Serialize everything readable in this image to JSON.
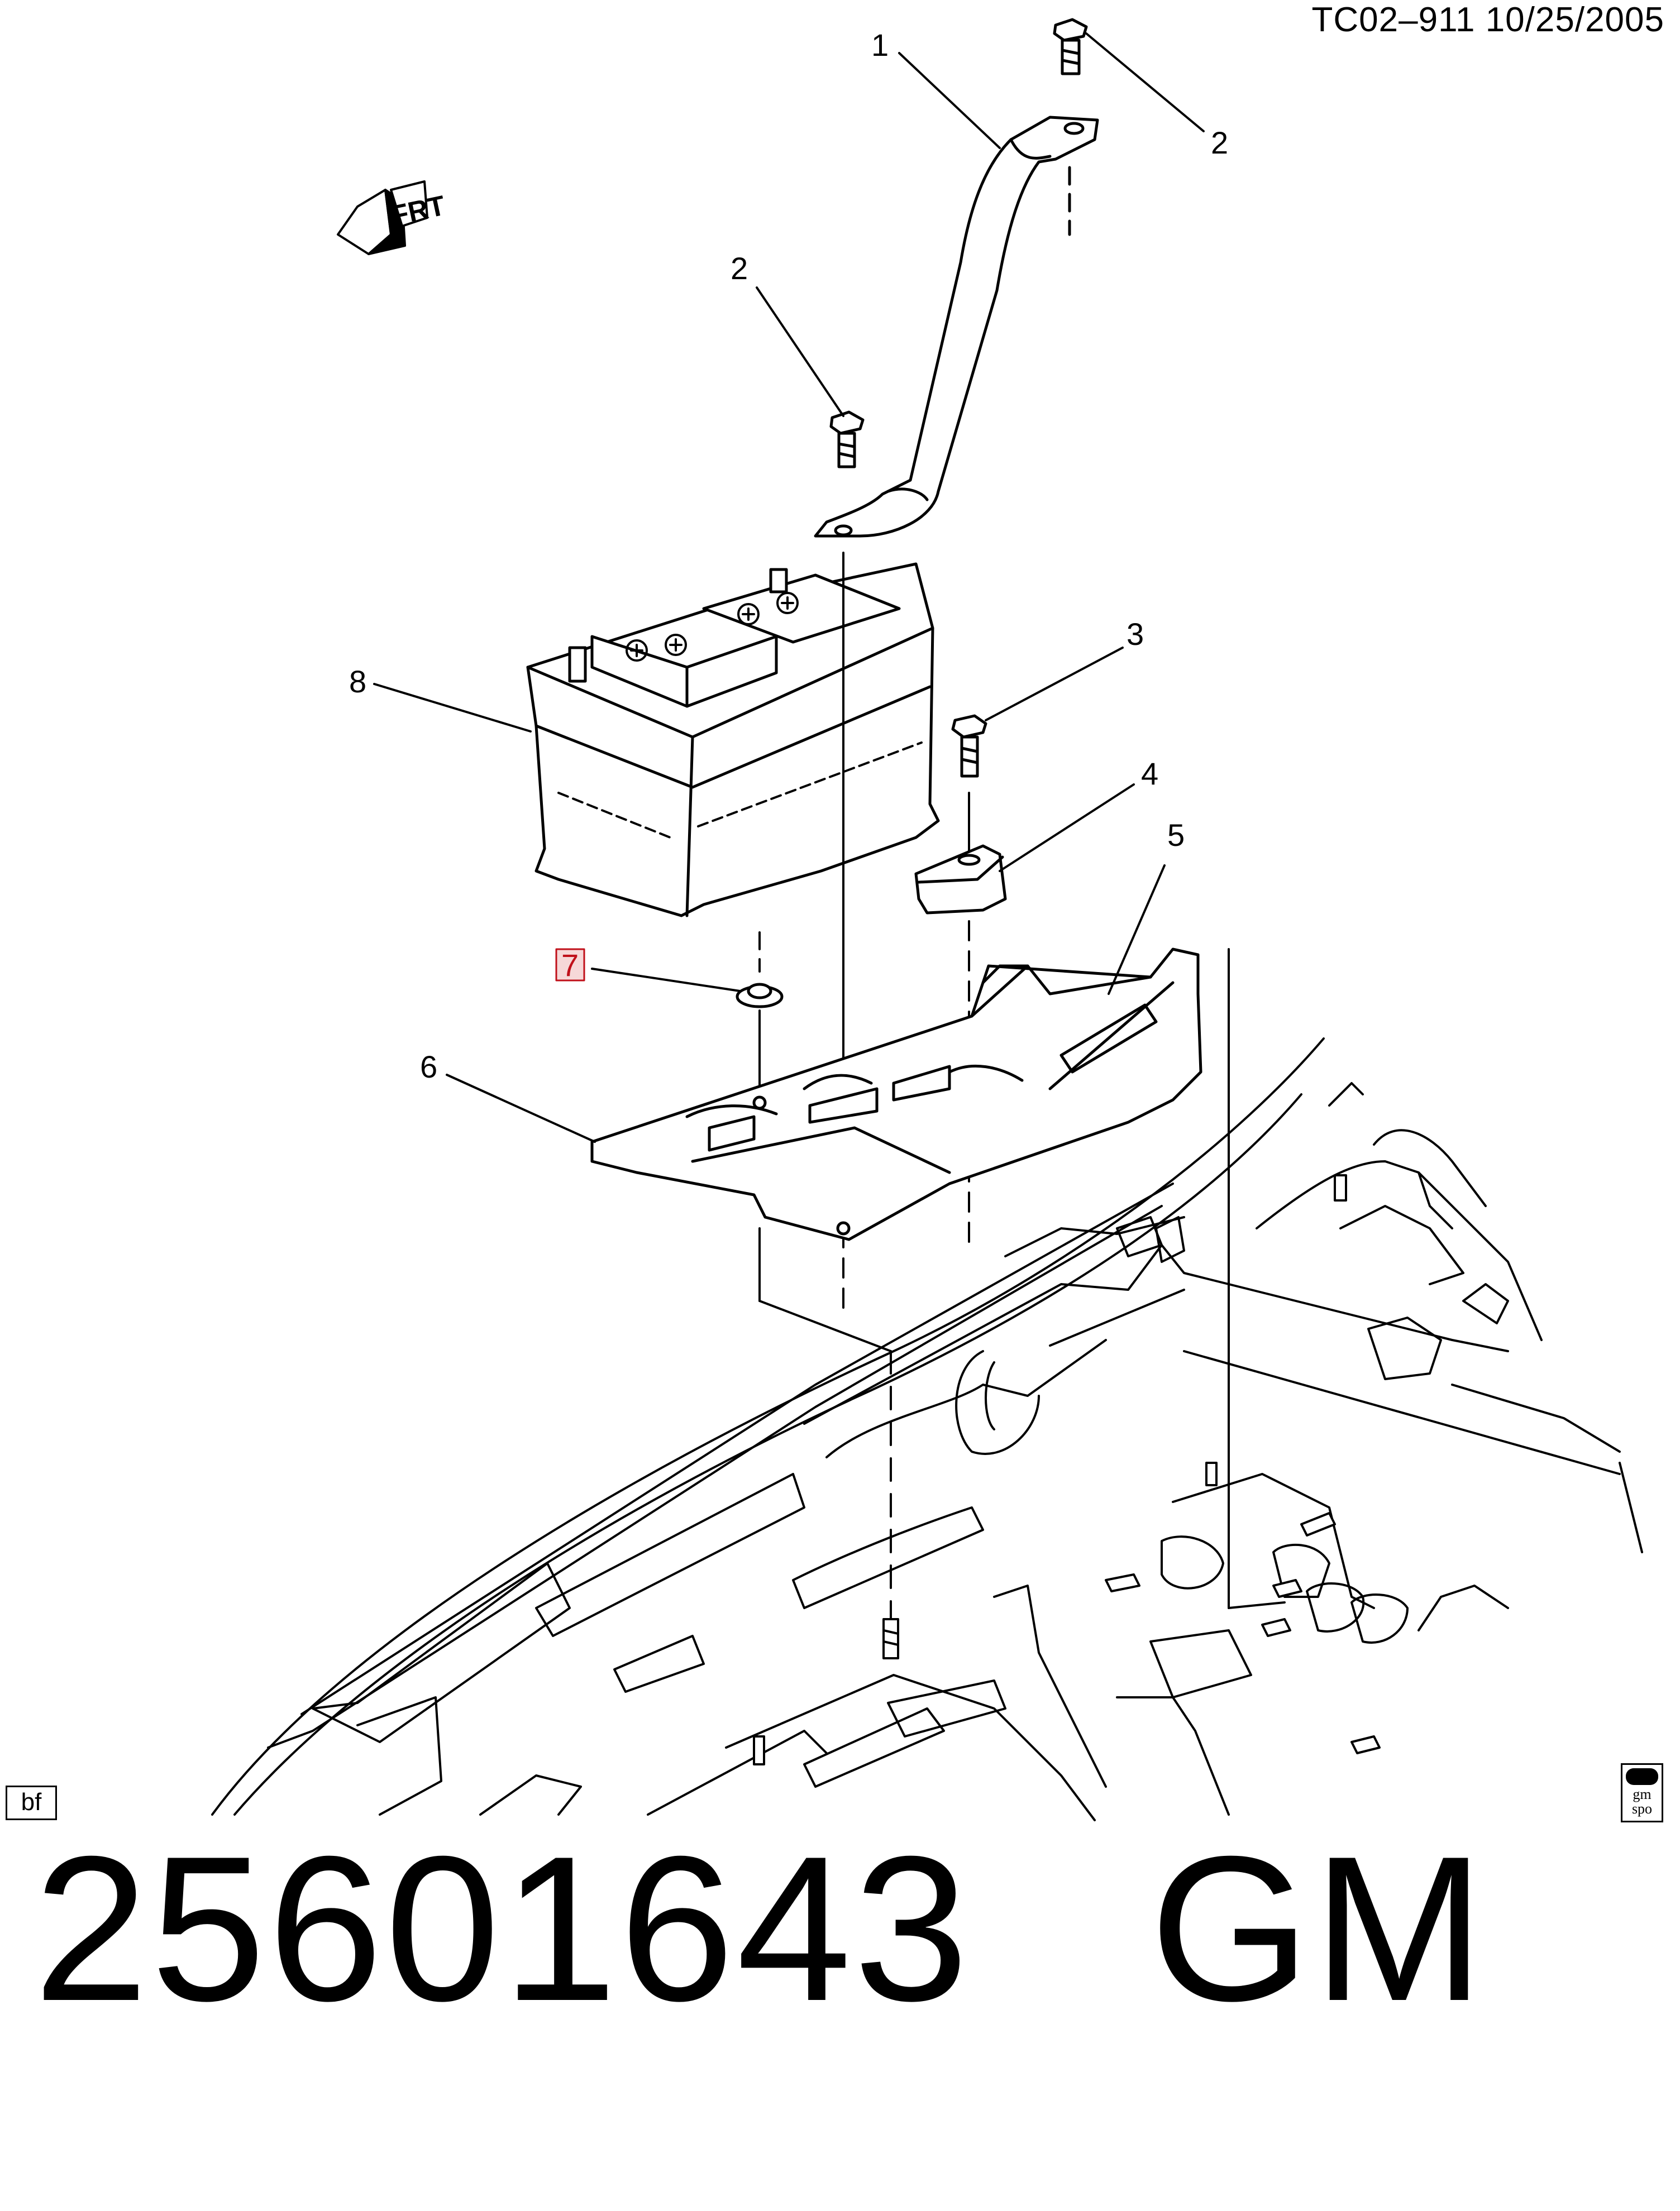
{
  "header": {
    "doc_id": "TC02–911  10/25/2005"
  },
  "orientation": {
    "label": "FRT",
    "icon": "front-arrow-icon"
  },
  "callouts": [
    {
      "id": "1",
      "label": "1"
    },
    {
      "id": "2a",
      "label": "2"
    },
    {
      "id": "2b",
      "label": "2"
    },
    {
      "id": "3",
      "label": "3"
    },
    {
      "id": "4",
      "label": "4"
    },
    {
      "id": "5",
      "label": "5"
    },
    {
      "id": "6",
      "label": "6"
    },
    {
      "id": "7",
      "label": "7",
      "highlighted": true
    },
    {
      "id": "8",
      "label": "8"
    }
  ],
  "badges": {
    "bf": "bf",
    "gmspo_top": "gm",
    "gmspo_bottom": "spo"
  },
  "footer": {
    "part_number": "25601643   GM"
  },
  "colors": {
    "line": "#000000",
    "highlight": "#c0101a",
    "highlight_bg": "#f6d8d8"
  }
}
